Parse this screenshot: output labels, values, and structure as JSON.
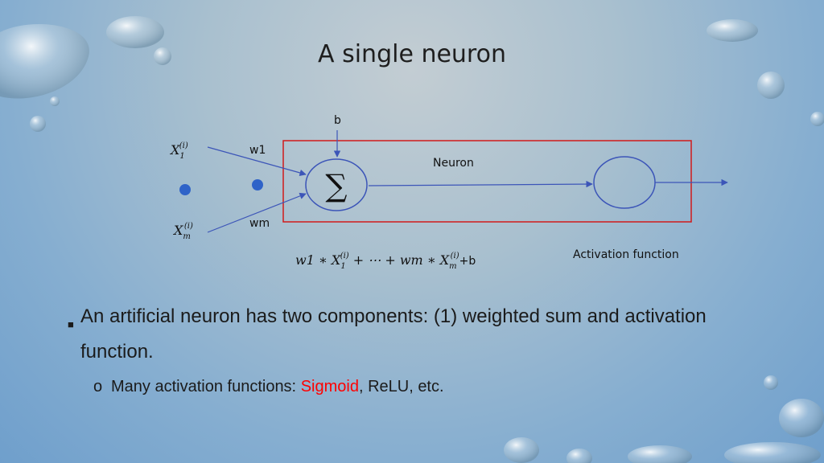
{
  "slide": {
    "title": "A single neuron",
    "colors": {
      "frame": "#d11a1a",
      "arrow": "#3c55b8",
      "node": "#2f63c8"
    }
  },
  "diagram": {
    "bias_label": "b",
    "neuron_label": "Neuron",
    "activation_label": "Activation function",
    "weight_first": "w1",
    "weight_last": "wm",
    "input_first": {
      "base": "X",
      "sub": "1",
      "sup": "(i)"
    },
    "input_last": {
      "base": "X",
      "sub": "m",
      "sup": "(i)"
    },
    "sum_symbol": "∑",
    "formula": {
      "term1": "w1 ∗ ",
      "x1": "X",
      "x1_sub": "1",
      "x1_sup": "(i)",
      "middle": " + ⋯ + wm ∗ ",
      "xm": "X",
      "xm_sub": "m",
      "xm_sup": "(i)",
      "tail": "+b"
    }
  },
  "bullets": {
    "main": "An artificial neuron has two components: (1) weighted sum and activation function.",
    "sub_prefix": "Many activation functions: ",
    "sub_highlight": "Sigmoid",
    "sub_suffix": ", ReLU, etc."
  }
}
